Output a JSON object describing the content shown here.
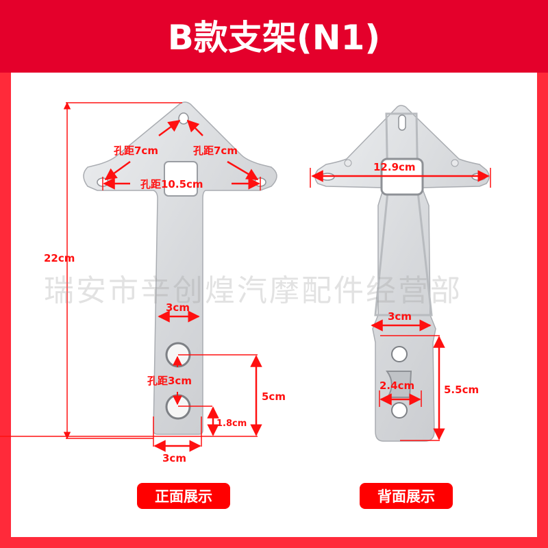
{
  "header": {
    "title": "B款支架(N1)"
  },
  "colors": {
    "header_bg": "#e4002b",
    "border": "#ff2a3a",
    "dimension": "#ff1010",
    "badge": "#ff0000",
    "metal": "#d9dadc"
  },
  "watermark": "瑞安市辛创煌汽摩配件经营部",
  "front_view": {
    "label": "正面展示",
    "dimensions": {
      "total_height": "22cm",
      "hole_spacing_left": "孔距7cm",
      "hole_spacing_right": "孔距7cm",
      "hole_spacing_wide": "孔距10.5cm",
      "stem_width": "3cm",
      "lower_hole_spacing": "孔距3cm",
      "lower_span": "5cm",
      "hole_to_bottom": "1.8cm",
      "bottom_width": "3cm"
    }
  },
  "back_view": {
    "label": "背面展示",
    "dimensions": {
      "total_width": "12.9cm",
      "stem_width": "3cm",
      "slot_width": "2.4cm",
      "tab_length": "5.5cm"
    }
  }
}
